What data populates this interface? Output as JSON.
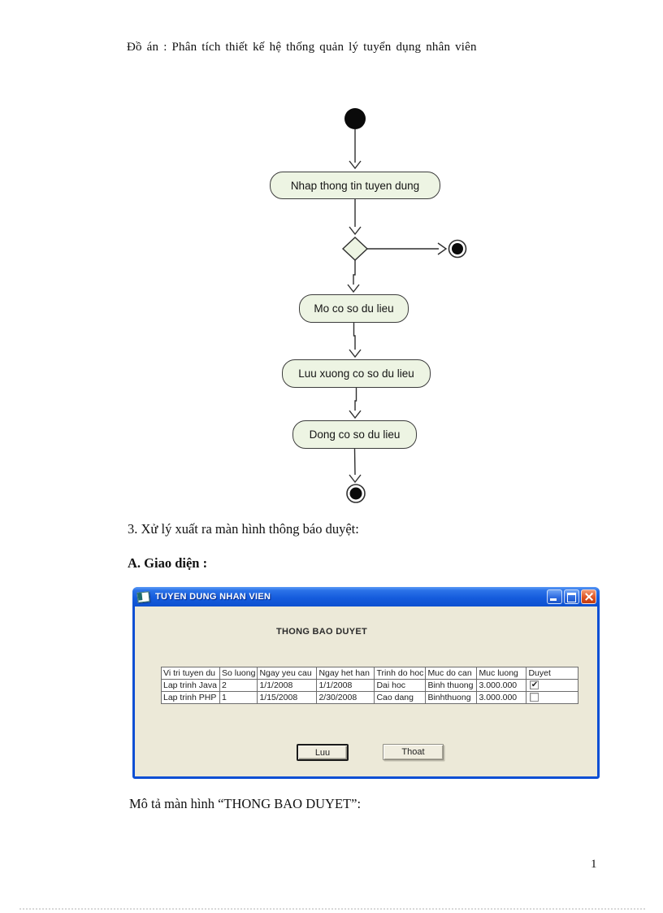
{
  "doc": {
    "header": "Đồ án : Phân tích thiết kế hệ thống quản lý tuyển dụng nhân viên",
    "section3": "3. Xử lý xuất ra màn hình thông báo duyệt:",
    "sectionA": "A. Giao diện :",
    "caption": "Mô tả màn hình “THONG BAO DUYET”:",
    "page_number": "1"
  },
  "diagram": {
    "type": "uml-activity",
    "node_fill": "#edf4e3",
    "nodes": [
      {
        "label": "Nhap thong tin tuyen dung"
      },
      {
        "label": "Mo co so du lieu"
      },
      {
        "label": "Luu xuong co so du lieu"
      },
      {
        "label": "Dong co so du lieu"
      }
    ]
  },
  "window": {
    "title": "TUYEN DUNG NHAN VIEN",
    "heading": "THONG BAO DUYET",
    "save_button": "Luu",
    "exit_button": "Thoat",
    "check_glyph": "✔",
    "colors": {
      "titlebar_blue": "#155cdd",
      "body_beige": "#ece9d8",
      "close_red": "#df5322"
    },
    "table": {
      "headers": [
        "Vi tri tuyen du",
        "So luong",
        "Ngay yeu cau",
        "Ngay het han",
        "Trinh do hoc",
        "Muc do can",
        "Muc luong",
        "Duyet"
      ],
      "rows": [
        {
          "vi_tri": "Lap trinh Java",
          "so_luong": "2",
          "ngay_yeu_cau": "1/1/2008",
          "ngay_het_han": "1/1/2008",
          "trinh_do": "Dai hoc",
          "muc_do": "Binh thuong",
          "muc_luong": "3.000.000",
          "duyet": true
        },
        {
          "vi_tri": "Lap trinh PHP",
          "so_luong": "1",
          "ngay_yeu_cau": "1/15/2008",
          "ngay_het_han": "2/30/2008",
          "trinh_do": "Cao dang",
          "muc_do": "Binhthuong",
          "muc_luong": "3.000.000",
          "duyet": false
        }
      ]
    }
  }
}
